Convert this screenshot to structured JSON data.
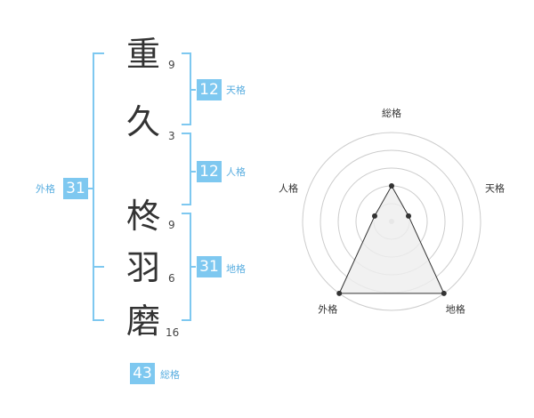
{
  "name": {
    "chars": [
      {
        "char": "重",
        "strokes": "9"
      },
      {
        "char": "久",
        "strokes": "3"
      },
      {
        "char": "柊",
        "strokes": "9"
      },
      {
        "char": "羽",
        "strokes": "6"
      },
      {
        "char": "磨",
        "strokes": "16"
      }
    ]
  },
  "kaku": {
    "tenkaku": {
      "value": "12",
      "label": "天格"
    },
    "jinkaku": {
      "value": "12",
      "label": "人格"
    },
    "chikaku": {
      "value": "31",
      "label": "地格"
    },
    "gaikaku": {
      "value": "31",
      "label": "外格"
    },
    "soukaku": {
      "value": "43",
      "label": "総格"
    }
  },
  "radar": {
    "axes": [
      "総格",
      "天格",
      "地格",
      "外格",
      "人格"
    ],
    "levels": 5,
    "scores": [
      2,
      1,
      5,
      5,
      1
    ]
  },
  "colors": {
    "accent": "#7ec8f0",
    "accent_text": "#5aaee0",
    "ring": "#cccccc",
    "fill": "#eeeeee"
  }
}
